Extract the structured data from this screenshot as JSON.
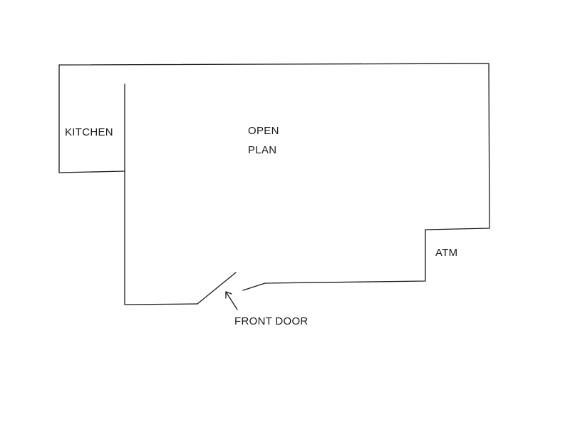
{
  "rooms": {
    "kitchen": "KITCHEN",
    "open_plan_line1": "OPEN",
    "open_plan_line2": "PLAN",
    "atm": "ATM"
  },
  "annotations": {
    "front_door": "FRONT DOOR"
  },
  "colors": {
    "line": "#1a1a1a",
    "background": "#ffffff"
  }
}
